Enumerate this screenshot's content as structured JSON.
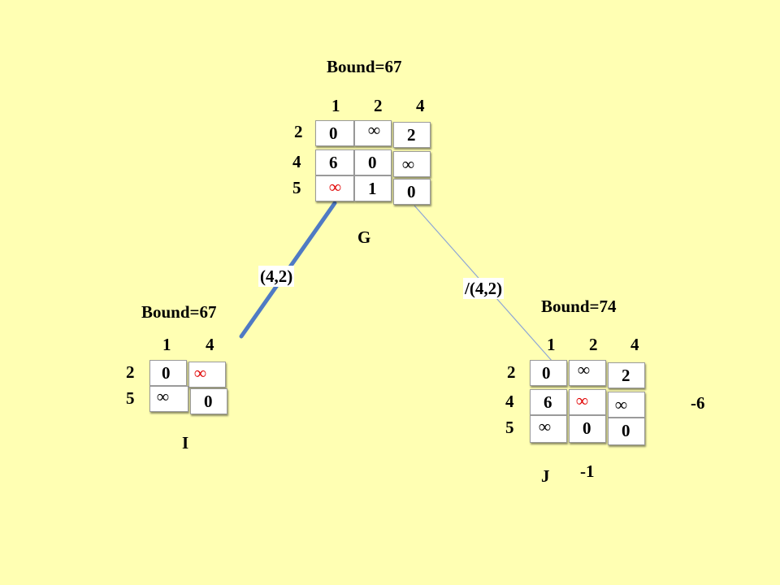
{
  "colors": {
    "background": "#ffffb3",
    "infinity_red": "#e00000",
    "branch_blue": "#4f7ac4",
    "branch_thin": "#8ea6d6"
  },
  "nodes": {
    "G": {
      "name": "G",
      "bound": "Bound=67",
      "cols": [
        "1",
        "2",
        "4"
      ],
      "rows": [
        "2",
        "4",
        "5"
      ],
      "cells": [
        [
          "0",
          "∞",
          "2"
        ],
        [
          "6",
          "0",
          "∞"
        ],
        [
          "∞",
          "1",
          "0"
        ]
      ]
    },
    "I": {
      "name": "I",
      "bound": "Bound=67",
      "cols": [
        "1",
        "4"
      ],
      "rows": [
        "2",
        "5"
      ],
      "cells": [
        [
          "0",
          "∞"
        ],
        [
          "∞",
          "0"
        ]
      ]
    },
    "J": {
      "name": "J",
      "bound": "Bound=74",
      "cols": [
        "1",
        "2",
        "4"
      ],
      "rows": [
        "2",
        "4",
        "5"
      ],
      "cells": [
        [
          "0",
          "∞",
          "2"
        ],
        [
          "6",
          "∞",
          "∞"
        ],
        [
          "∞",
          "0",
          "0"
        ]
      ],
      "row_reduction": "-6",
      "col_reduction": "-1"
    }
  },
  "edges": {
    "include": "(4,2)",
    "exclude": "/(4,2)"
  }
}
